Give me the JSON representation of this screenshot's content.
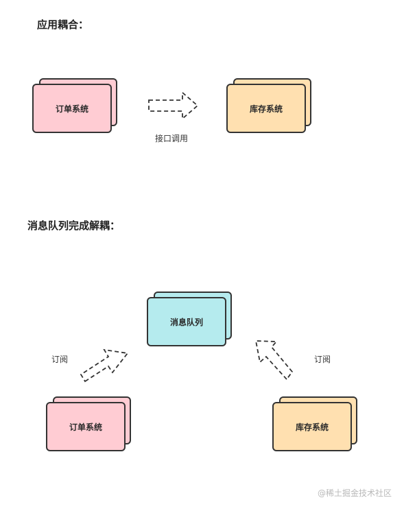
{
  "sections": {
    "coupling_title": "应用耦合：",
    "decoupling_title": "消息队列完成解耦："
  },
  "nodes": {
    "order_system": "订单系统",
    "inventory_system": "库存系统",
    "message_queue": "消息队列"
  },
  "edges": {
    "api_call": "接口调用",
    "subscribe": "订阅"
  },
  "colors": {
    "order": "#ffccd3",
    "inventory": "#ffe0b0",
    "queue": "#b5ebee",
    "stroke": "#333333"
  },
  "watermark": "@稀土掘金技术社区"
}
